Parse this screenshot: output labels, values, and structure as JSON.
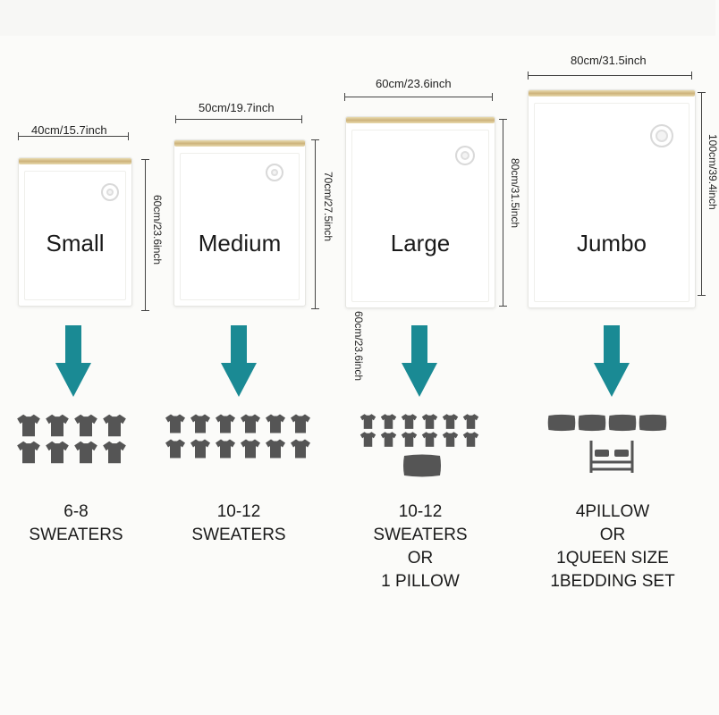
{
  "colors": {
    "arrow": "#1a8a94",
    "icon": "#555555",
    "zipper": "#cdb27a"
  },
  "bags": [
    {
      "label": "Small",
      "width_text": "40cm/15.7inch",
      "height_text": "60cm/23.6inch"
    },
    {
      "label": "Medium",
      "width_text": "50cm/19.7inch",
      "height_text": "70cm/27.5inch"
    },
    {
      "label": "Large",
      "width_text": "60cm/23.6inch",
      "height_text": "80cm/31.5inch"
    },
    {
      "label": "Jumbo",
      "width_text": "80cm/31.5inch",
      "height_text": "100cm/39.4inch"
    }
  ],
  "extra_dim_text": "60cm/23.6inch",
  "captions": [
    [
      "6-8",
      "SWEATERS"
    ],
    [
      "10-12",
      "SWEATERS"
    ],
    [
      "10-12",
      "SWEATERS",
      "OR",
      "1 PILLOW"
    ],
    [
      "4PILLOW",
      "OR",
      "1QUEEN SIZE",
      "1BEDDING SET"
    ]
  ],
  "icons": {
    "sweater": "sweater-icon",
    "pillow": "pillow-icon",
    "bed": "bed-icon",
    "arrow": "arrow-down-icon"
  }
}
